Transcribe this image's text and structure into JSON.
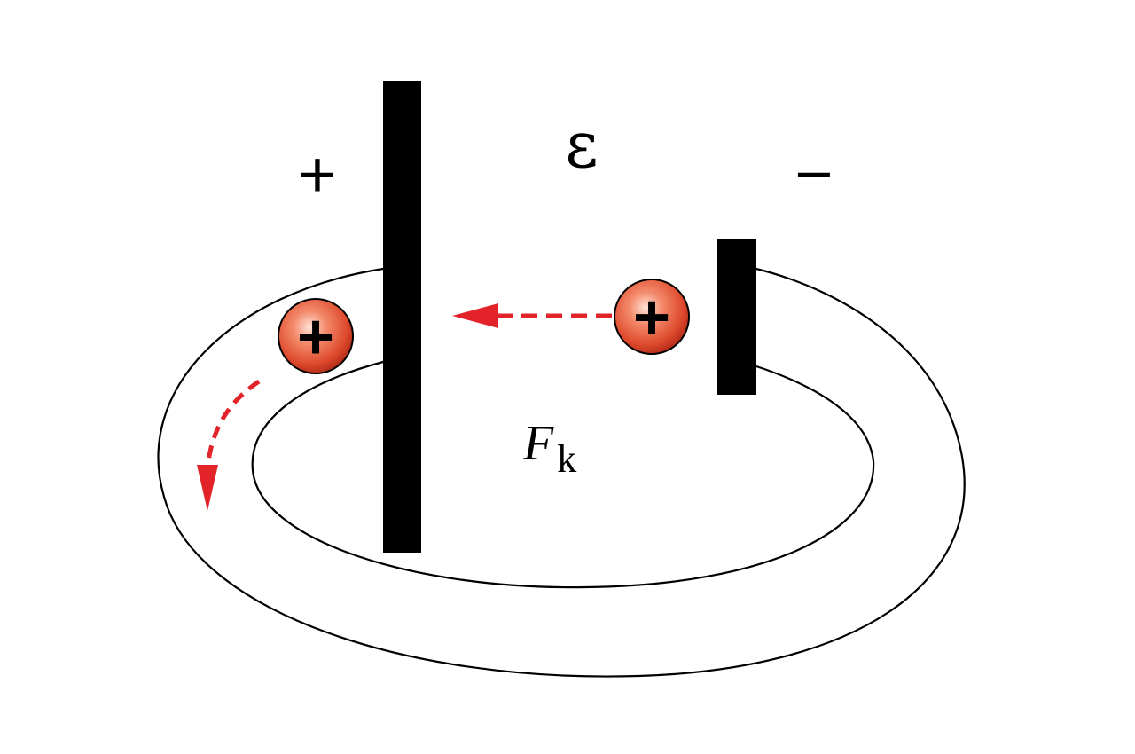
{
  "labels": {
    "positive_terminal": "+",
    "negative_terminal": "−",
    "emf_symbol": "ε",
    "force_symbol": "F",
    "force_subscript": "k"
  },
  "charges": [
    {
      "sign": "+"
    },
    {
      "sign": "+"
    }
  ],
  "colors": {
    "plate": "#000000",
    "ring_outline": "#000000",
    "arrow": "#e2232a",
    "charge_light": "#fbd2c2",
    "charge_mid": "#ee6b4a",
    "charge_dark": "#c7321c"
  }
}
